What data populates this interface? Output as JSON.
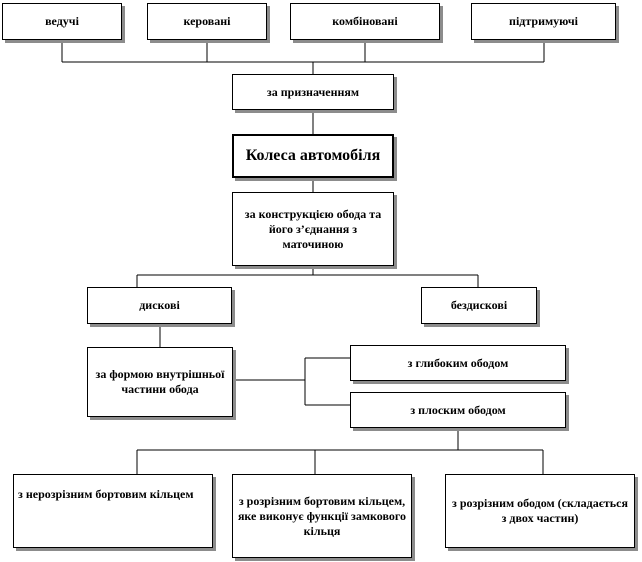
{
  "top_row": {
    "driving": "ведучі",
    "steered": "керовані",
    "combined": "комбіновані",
    "supporting": "підтримуючі"
  },
  "by_purpose": "за призначенням",
  "root": "Колеса автомобіля",
  "by_rim_design": "за конструкцією обода та його з’єднання з маточиною",
  "disc": "дискові",
  "discless": "бездискові",
  "by_rim_shape": "за формою внутрішньої частини обода",
  "deep_rim": "з глибоким ободом",
  "flat_rim": "з плоским ободом",
  "bottom_row": {
    "non_split_ring": "з нерозрізним бортовим кільцем",
    "split_ring": "з розрізним бортовим кільцем, яке виконує функції замкового кільця",
    "split_rim": "з розрізним ободом (складається з двох частин)"
  }
}
